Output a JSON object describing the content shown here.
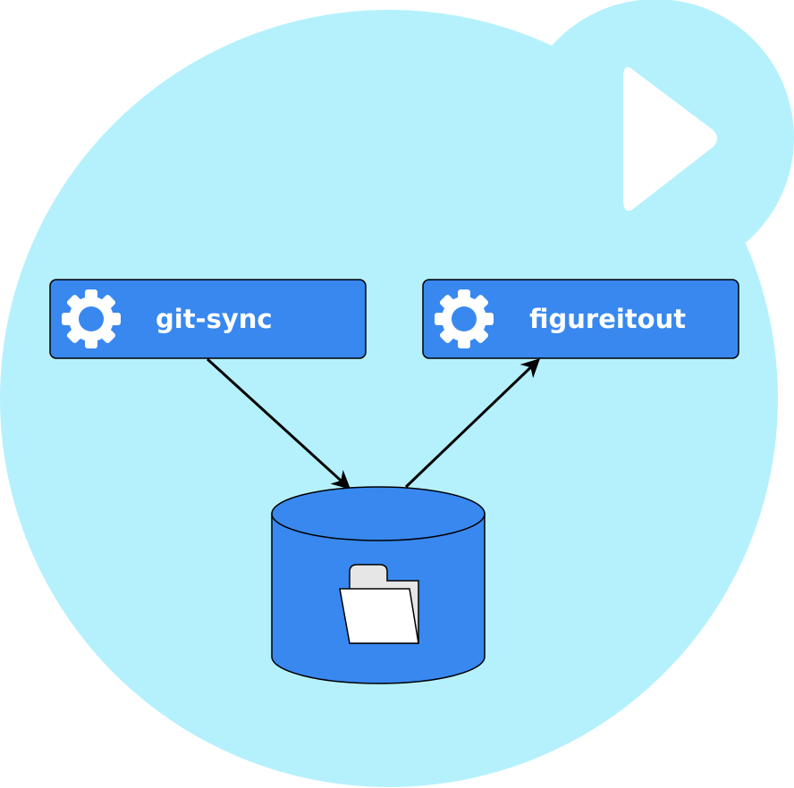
{
  "diagram": {
    "nodes": [
      {
        "id": "git-sync",
        "label": "git-sync",
        "icon": "gear-icon"
      },
      {
        "id": "figureitout",
        "label": "figureitout",
        "icon": "gear-icon"
      },
      {
        "id": "volume",
        "label": "",
        "icon": "folder-icon"
      }
    ],
    "edges": [
      {
        "from": "git-sync",
        "to": "volume"
      },
      {
        "from": "volume",
        "to": "figureitout"
      }
    ]
  },
  "colors": {
    "background_blob": "#b5f1fc",
    "node_fill": "#3888f0",
    "node_stroke": "#000000",
    "icon_fill": "#ffffff",
    "folder_tab": "#e6e6e6"
  }
}
